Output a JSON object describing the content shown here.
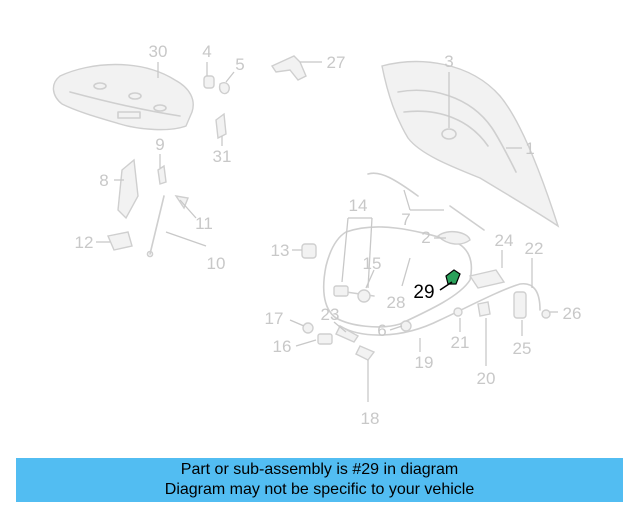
{
  "callouts": [
    {
      "label": "30",
      "highlight": false
    },
    {
      "label": "4",
      "highlight": false
    },
    {
      "label": "5",
      "highlight": false
    },
    {
      "label": "27",
      "highlight": false
    },
    {
      "label": "3",
      "highlight": false
    },
    {
      "label": "1",
      "highlight": false
    },
    {
      "label": "9",
      "highlight": false
    },
    {
      "label": "31",
      "highlight": false
    },
    {
      "label": "8",
      "highlight": false
    },
    {
      "label": "11",
      "highlight": false
    },
    {
      "label": "12",
      "highlight": false
    },
    {
      "label": "10",
      "highlight": false
    },
    {
      "label": "7",
      "highlight": false
    },
    {
      "label": "14",
      "highlight": false
    },
    {
      "label": "2",
      "highlight": false
    },
    {
      "label": "24",
      "highlight": false
    },
    {
      "label": "22",
      "highlight": false
    },
    {
      "label": "13",
      "highlight": false
    },
    {
      "label": "15",
      "highlight": false
    },
    {
      "label": "29",
      "highlight": true
    },
    {
      "label": "28",
      "highlight": false
    },
    {
      "label": "26",
      "highlight": false
    },
    {
      "label": "17",
      "highlight": false
    },
    {
      "label": "23",
      "highlight": false
    },
    {
      "label": "6",
      "highlight": false
    },
    {
      "label": "21",
      "highlight": false
    },
    {
      "label": "25",
      "highlight": false
    },
    {
      "label": "16",
      "highlight": false
    },
    {
      "label": "19",
      "highlight": false
    },
    {
      "label": "20",
      "highlight": false
    },
    {
      "label": "18",
      "highlight": false
    }
  ],
  "banner": {
    "line1": "Part or sub-assembly is #29 in diagram",
    "line2": "Diagram may not be specific to your vehicle",
    "color": "#52bdf2"
  },
  "colors": {
    "faded": "#c8c8c8",
    "highlight_part": "#2aa05a",
    "highlight_text": "#000000"
  }
}
